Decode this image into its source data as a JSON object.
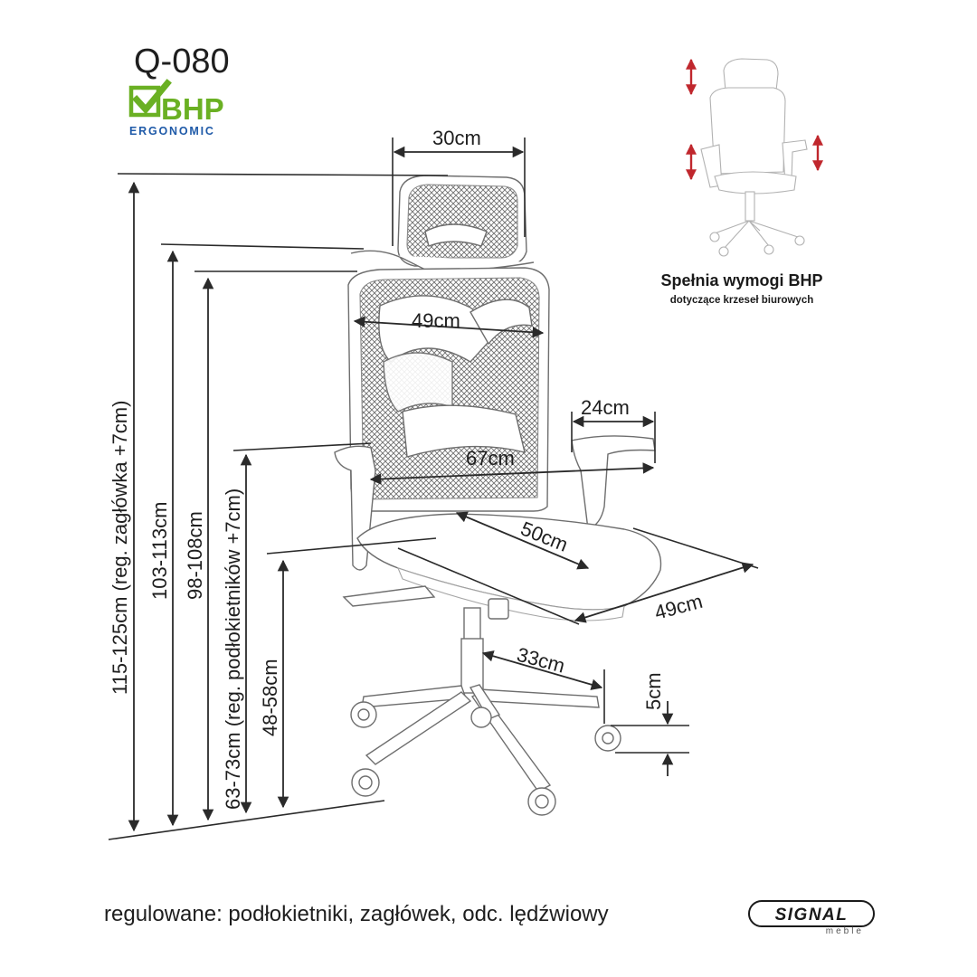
{
  "model": "Q-080",
  "badge": {
    "mark": "BHP",
    "sub": "ERGONOMIC",
    "color_green": "#6ab023",
    "color_blue": "#1f5aa8"
  },
  "dimensions": {
    "headrest_width": "30cm",
    "backrest_width": "49cm",
    "armrest_length": "24cm",
    "armrest_span": "67cm",
    "seat_depth": "50cm",
    "seat_width": "49cm",
    "base_radius": "33cm",
    "wheel_height": "5cm",
    "total_height": "115-125cm (reg. zagłówka +7cm)",
    "headrest_height": "103-113cm",
    "backrest_height": "98-108cm",
    "armrest_height": "63-73cm (reg. podłokietników +7cm)",
    "seat_height": "48-58cm"
  },
  "bhp_note": {
    "title": "Spełnia wymogi BHP",
    "subtitle": "dotyczące krzeseł biurowych",
    "arrow_color": "#c0272d"
  },
  "footer": "regulowane: podłokietniki, zagłówek, odc. lędźwiowy",
  "brand": {
    "name": "SIGNAL",
    "sub": "meble"
  }
}
